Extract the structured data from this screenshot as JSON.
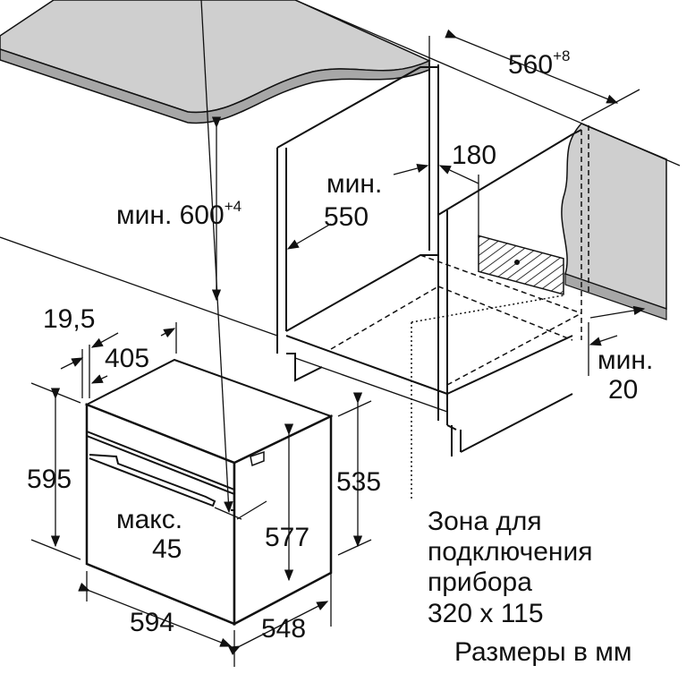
{
  "diagram": {
    "dimensions": {
      "niche_width": "560",
      "niche_width_tolerance": "+8",
      "min_label_550": "мин.",
      "niche_depth": "550",
      "min_600_label": "мин. 600",
      "min_600_tolerance": "+4",
      "gap_180": "180",
      "panel_thickness": "19,5",
      "top_depth": "405",
      "oven_height": "595",
      "max_label": "макс.",
      "max_value": "45",
      "inner_height": "577",
      "body_height": "535",
      "oven_width": "594",
      "oven_depth": "548",
      "min_label_20": "мин.",
      "min_gap": "20"
    },
    "connection_zone": {
      "line1": "Зона для",
      "line2": "подключения",
      "line3": "прибора",
      "size": "320 x 115"
    },
    "units_note": "Размеры в мм"
  }
}
